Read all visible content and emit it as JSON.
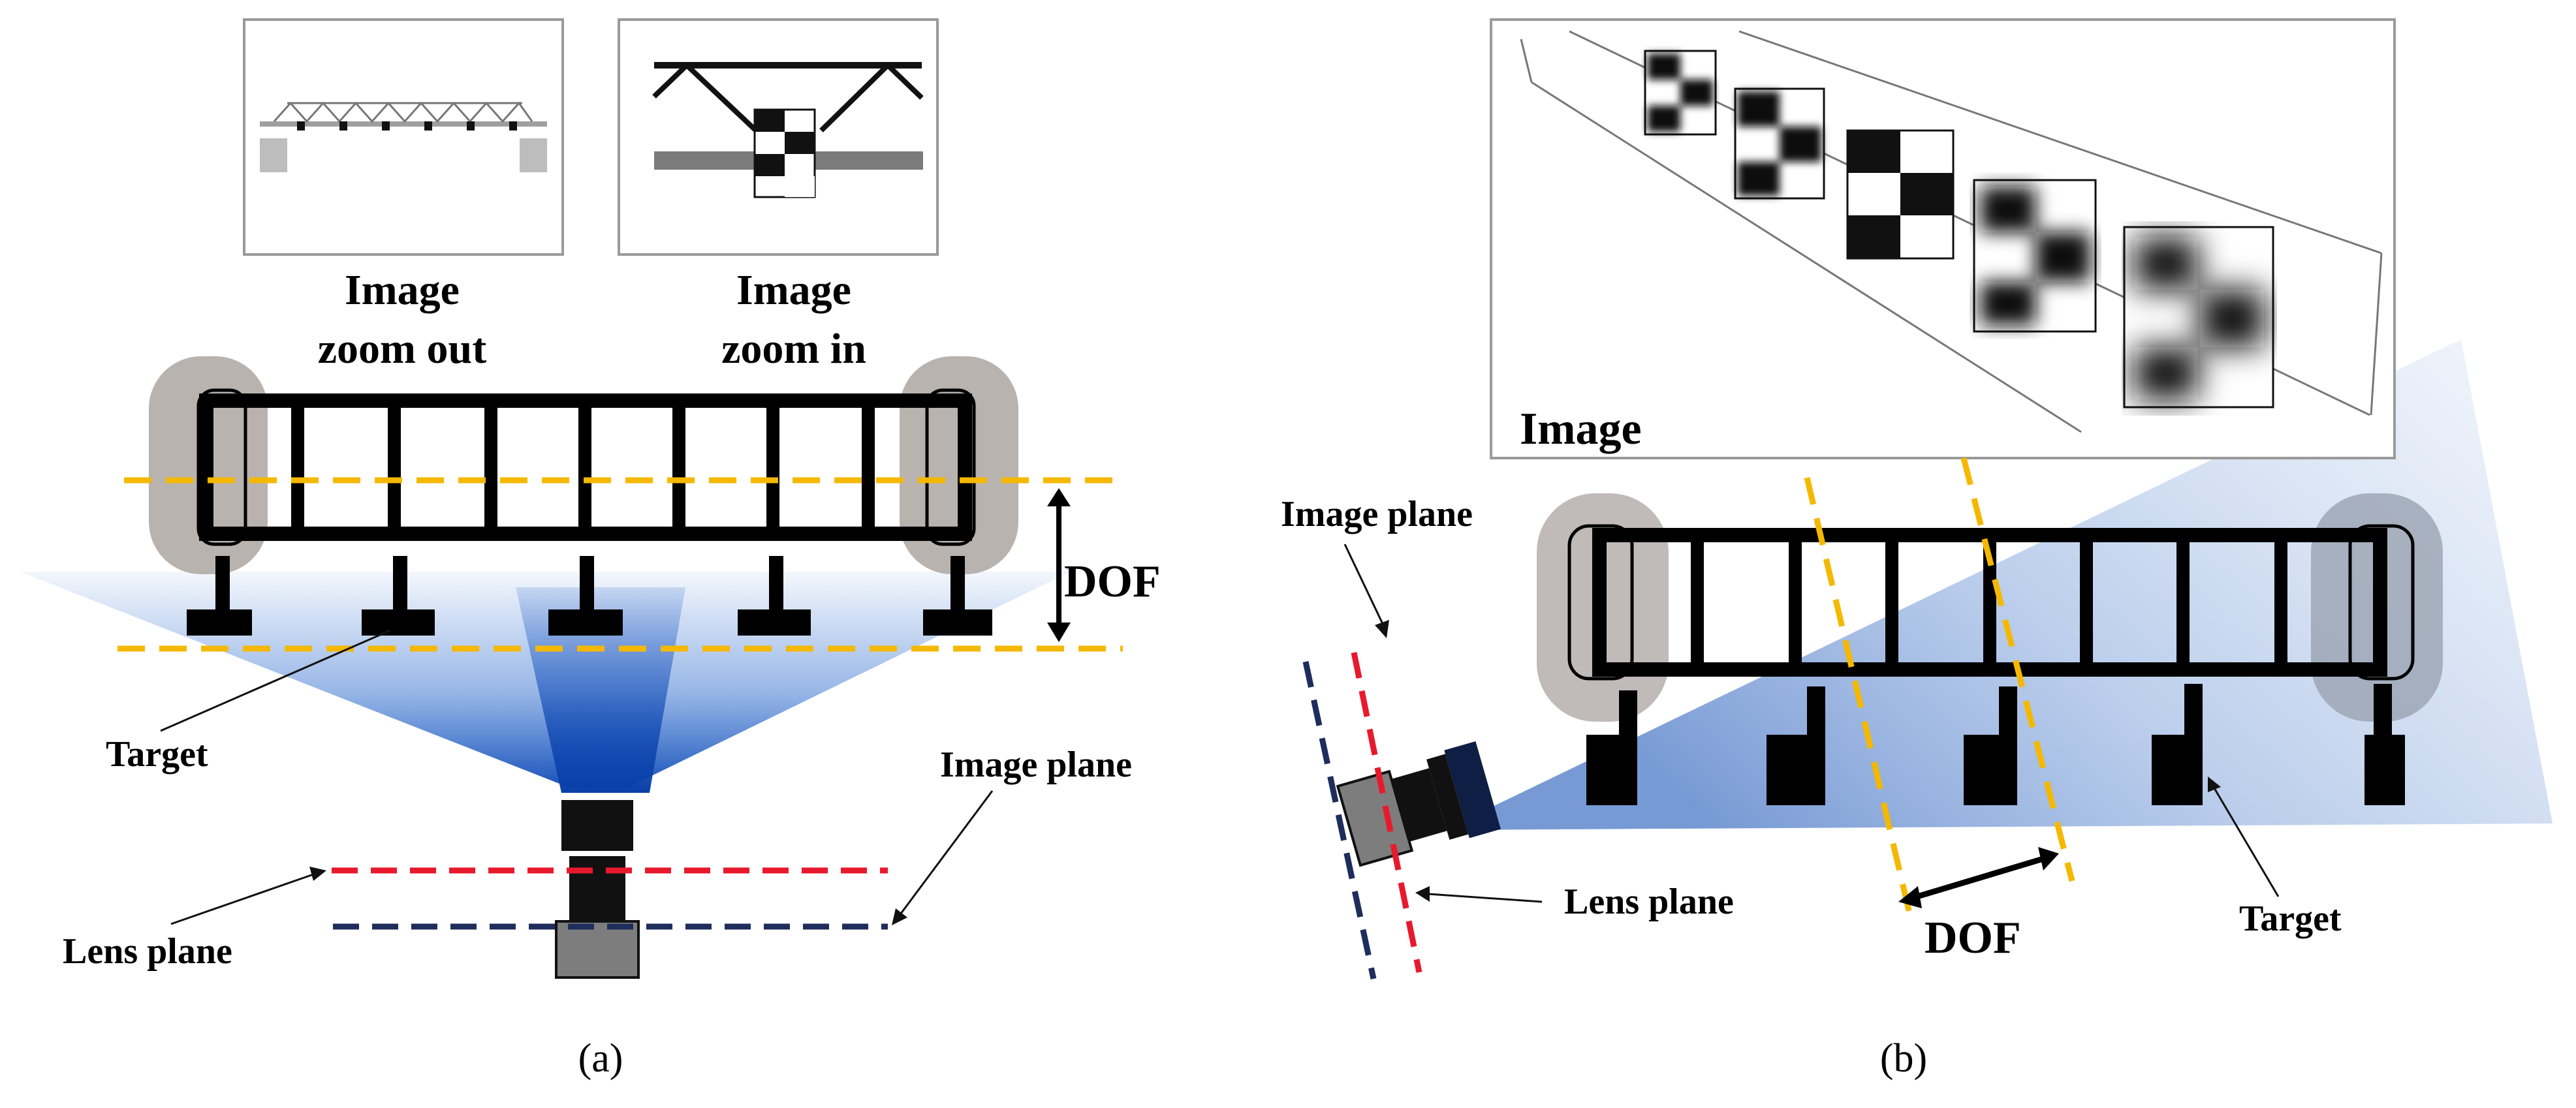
{
  "panel_a": {
    "inset_left_caption_line1": "Image",
    "inset_left_caption_line2": "zoom out",
    "inset_right_caption_line1": "Image",
    "inset_right_caption_line2": "zoom in",
    "dof_label": "DOF",
    "target_label": "Target",
    "image_plane_label": "Image plane",
    "lens_plane_label": "Lens plane",
    "caption": "(a)"
  },
  "panel_b": {
    "image_label": "Image",
    "image_plane_label": "Image plane",
    "lens_plane_label": "Lens plane",
    "dof_label": "DOF",
    "target_label": "Target",
    "caption": "(b)"
  },
  "colors": {
    "focus_line": "#f5b800",
    "lens_plane": "#e8192c",
    "image_plane": "#1f2d5c",
    "beam": "#1a5fc9",
    "support_gray": "#b9b3b0",
    "camera_body": "#7d7d7d"
  }
}
